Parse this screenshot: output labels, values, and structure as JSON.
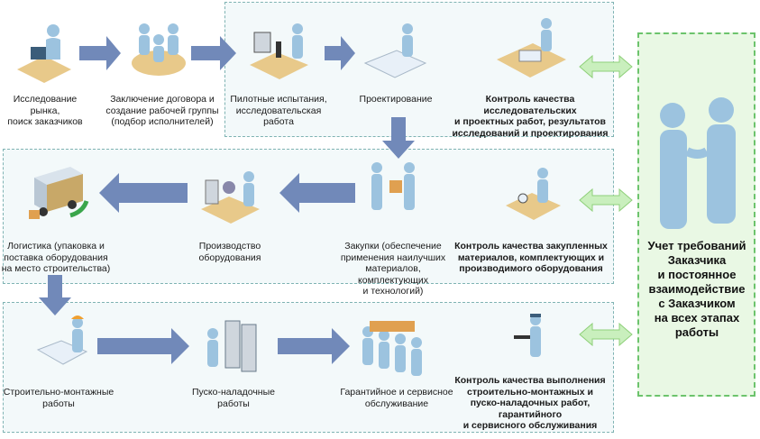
{
  "stages": {
    "market_research": "Исследование рынка,\nпоиск заказчиков",
    "contract": "Заключение договора и\nсоздание рабочей группы\n(подбор исполнителей)",
    "pilot_tests": "Пилотные испытания,\nисследовательская\nработа",
    "design": "Проектирование",
    "qc_research": "Контроль качества исследовательских\nи проектных работ, результатов\nисследований и проектирования",
    "logistics": "Логистика (упаковка и\nпоставка оборудования\nна место строительства)",
    "production": "Производство\nоборудования",
    "procurement": "Закупки (обеспечение\nприменения наилучших\nматериалов, комплектующих\nи технологий)",
    "qc_procurement": "Контроль качества закупленных\nматериалов, комплектующих и\nпроизводимого оборудования",
    "construction": "Строительно-монтажные\nработы",
    "commissioning": "Пуско-наладочные\nработы",
    "warranty": "Гарантийное и сервисное\nобслуживание",
    "qc_construction": "Контроль качества выполнения\nстроительно-монтажных и\nпуско-наладочных работ, гарантийного\nи сервисного обслуживания"
  },
  "customer_panel": {
    "label": "Учет требований\nЗаказчика\nи постоянное\nвзаимодействие\nс Заказчиком\nна всех этапах\nработы"
  },
  "colors": {
    "process_arrow": "#7189b9",
    "double_arrow": "#c9efbd",
    "person": "#9cc3df",
    "panel_border": "#7fb3b3",
    "green_border": "#6cc36c"
  }
}
